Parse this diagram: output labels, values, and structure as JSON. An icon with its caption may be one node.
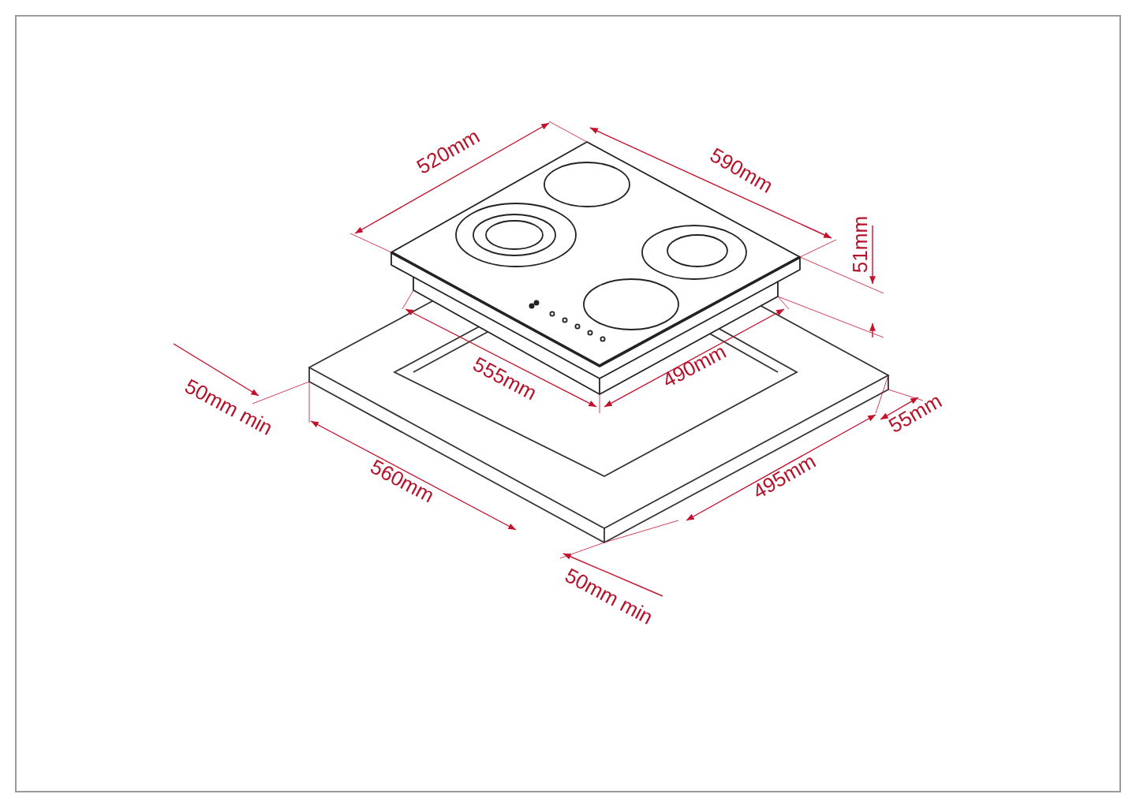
{
  "diagram": {
    "labels": [
      "520mm",
      "590mm",
      "51mm",
      "555mm",
      "490mm",
      "50mm min",
      "560mm",
      "495mm",
      "55mm",
      "50mm min"
    ]
  }
}
